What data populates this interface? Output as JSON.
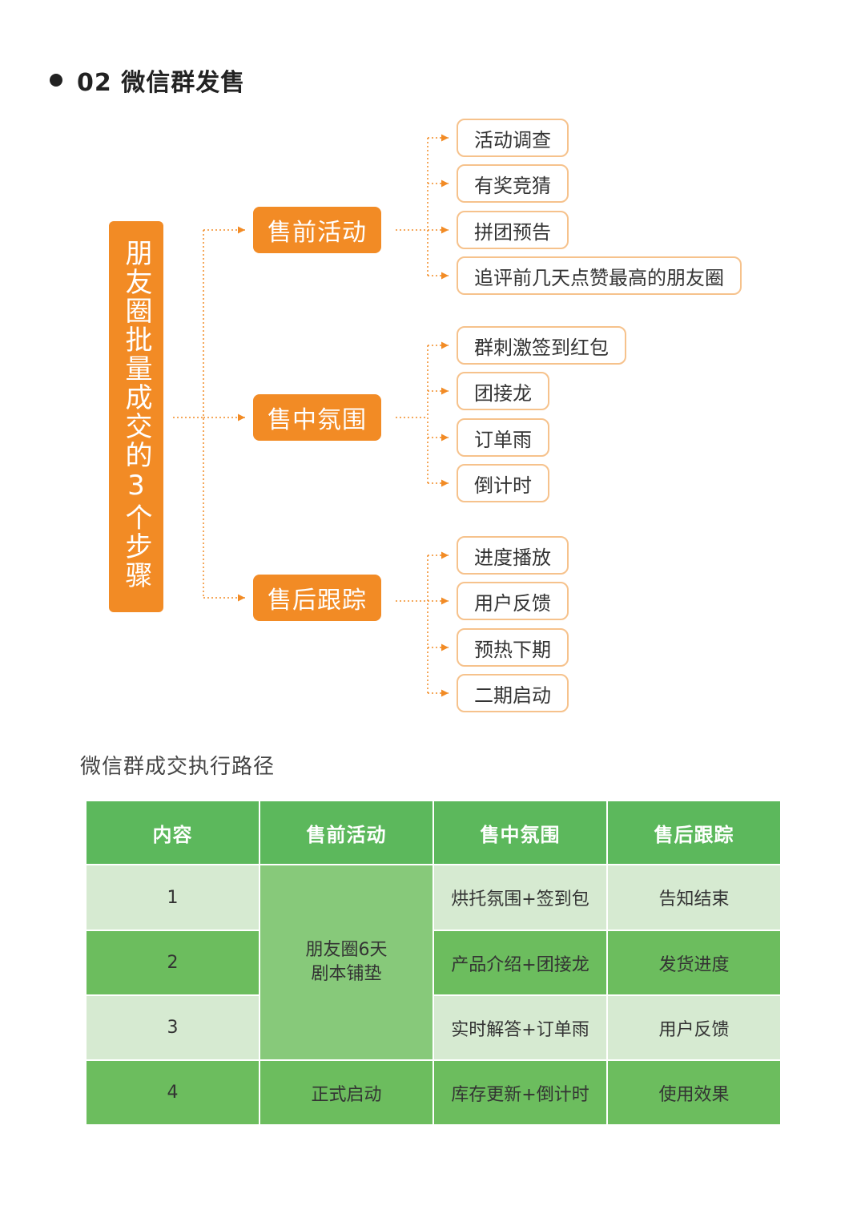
{
  "heading": "02 微信群发售",
  "mindmap": {
    "root": "朋友圈批量成交的3个步骤",
    "branches": [
      {
        "label": "售前活动",
        "items": [
          "活动调查",
          "有奖竞猜",
          "拼团预告",
          "追评前几天点赞最高的朋友圈"
        ]
      },
      {
        "label": "售中氛围",
        "items": [
          "群刺激签到红包",
          "团接龙",
          "订单雨",
          "倒计时"
        ]
      },
      {
        "label": "售后跟踪",
        "items": [
          "进度播放",
          "用户反馈",
          "预热下期",
          "二期启动"
        ]
      }
    ]
  },
  "table": {
    "title": "微信群成交执行路径",
    "headers": [
      "内容",
      "售前活动",
      "售中氛围",
      "售后跟踪"
    ],
    "rows": [
      {
        "no": "1",
        "during": "烘托氛围+签到包",
        "after": "告知结束"
      },
      {
        "no": "2",
        "during": "产品介绍+团接龙",
        "after": "发货进度"
      },
      {
        "no": "3",
        "during": "实时解答+订单雨",
        "after": "用户反馈"
      },
      {
        "no": "4",
        "pre": "正式启动",
        "during": "库存更新+倒计时",
        "after": "使用效果"
      }
    ],
    "merged_pre": "朋友圈6天\n剧本铺垫"
  },
  "colors": {
    "accent_orange": "#f28b25",
    "leaf_border": "#f6c28c",
    "table_header": "#5cb85c",
    "table_light": "#d6ead1",
    "table_mid": "#87c97a"
  }
}
